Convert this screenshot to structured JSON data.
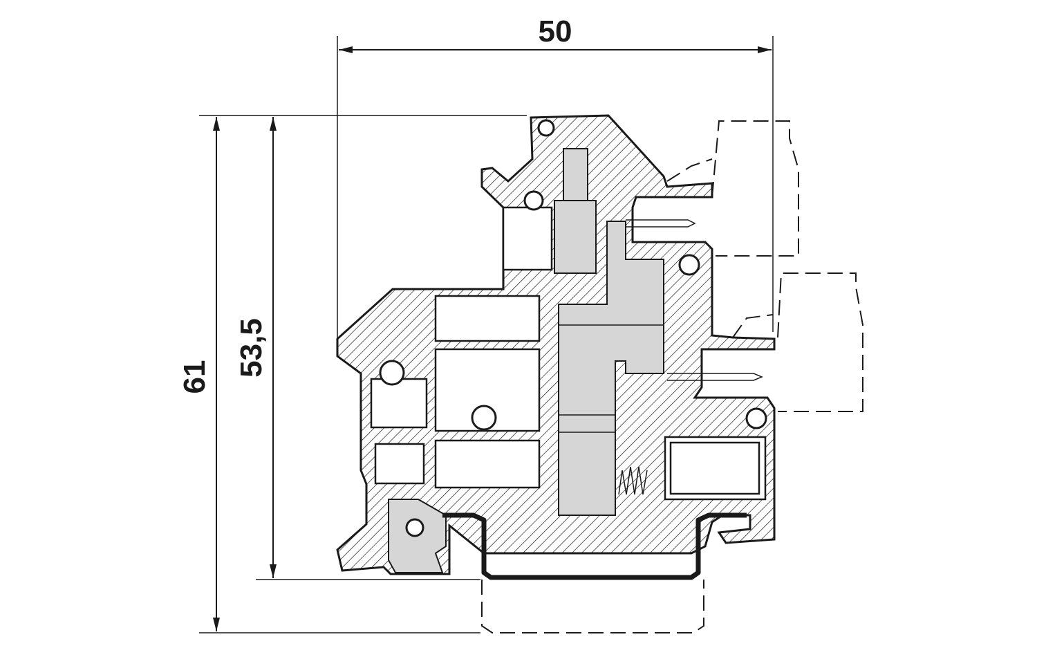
{
  "dimensions": {
    "width_label": "50",
    "height_outer_label": "61",
    "height_inner_label": "53,5"
  }
}
